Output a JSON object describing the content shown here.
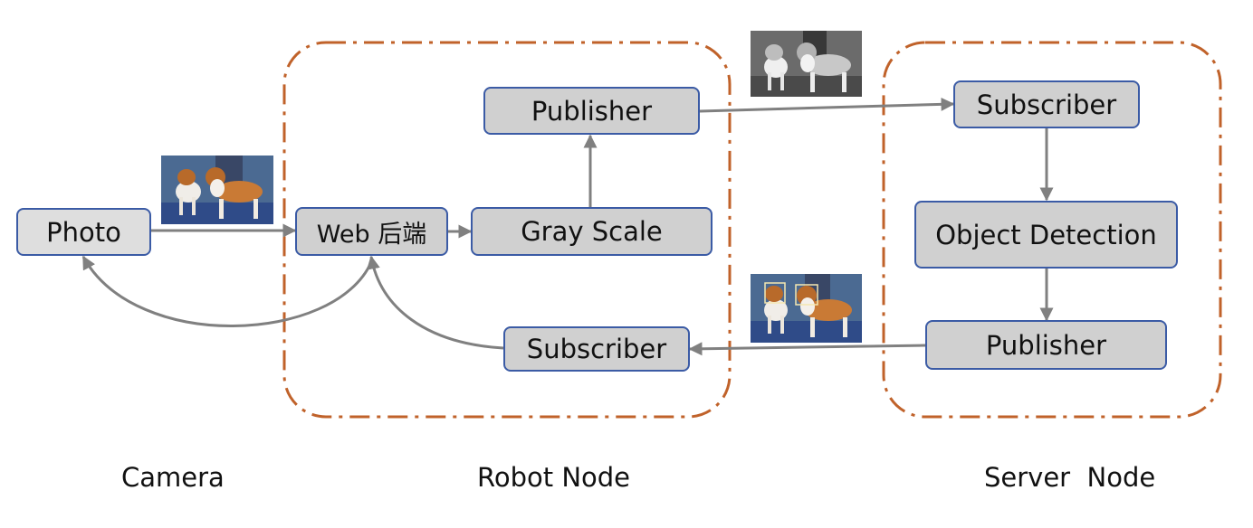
{
  "nodes": {
    "photo": "Photo",
    "web_backend": "Web 后端",
    "gray_scale": "Gray Scale",
    "robot_publisher": "Publisher",
    "robot_subscriber": "Subscriber",
    "server_subscriber": "Subscriber",
    "object_detection": "Object Detection",
    "server_publisher": "Publisher"
  },
  "captions": {
    "camera": "Camera",
    "robot_node": "Robot Node",
    "server_node": "Server  Node"
  },
  "images": {
    "color_photo": "beagle-dogs-photo",
    "gray_photo": "beagle-dogs-grayscale-photo",
    "detected_photo": "beagle-dogs-detection-photo"
  },
  "colors": {
    "box_fill": "#d0d0d0",
    "box_border": "#3b5ba5",
    "group_border": "#c0622a",
    "arrow": "#808080"
  }
}
